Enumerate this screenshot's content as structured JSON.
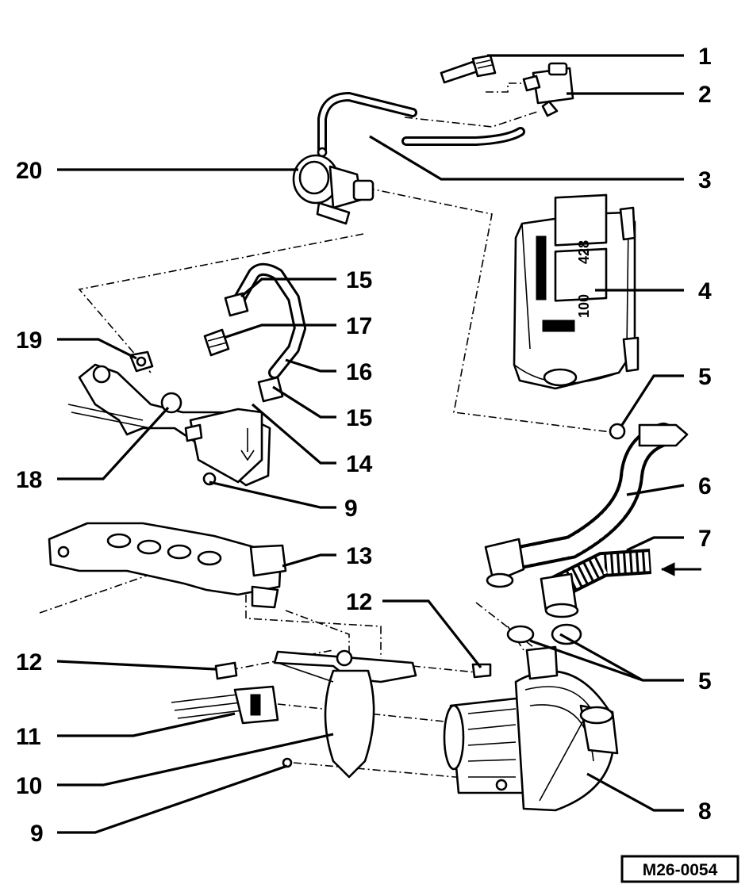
{
  "callouts": {
    "c1": "1",
    "c2": "2",
    "c3": "3",
    "c4": "4",
    "c5a": "5",
    "c5b": "5",
    "c6": "6",
    "c7": "7",
    "c8": "8",
    "c9a": "9",
    "c9b": "9",
    "c10": "10",
    "c11": "11",
    "c12a": "12",
    "c12b": "12",
    "c13": "13",
    "c14": "14",
    "c15a": "15",
    "c15b": "15",
    "c16": "16",
    "c17": "17",
    "c18": "18",
    "c19": "19",
    "c20": "20"
  },
  "relay_labels": {
    "upper": "428",
    "lower": "100"
  },
  "reference_code": "M26-0054",
  "colors": {
    "ink": "#000000",
    "paper": "#ffffff"
  }
}
